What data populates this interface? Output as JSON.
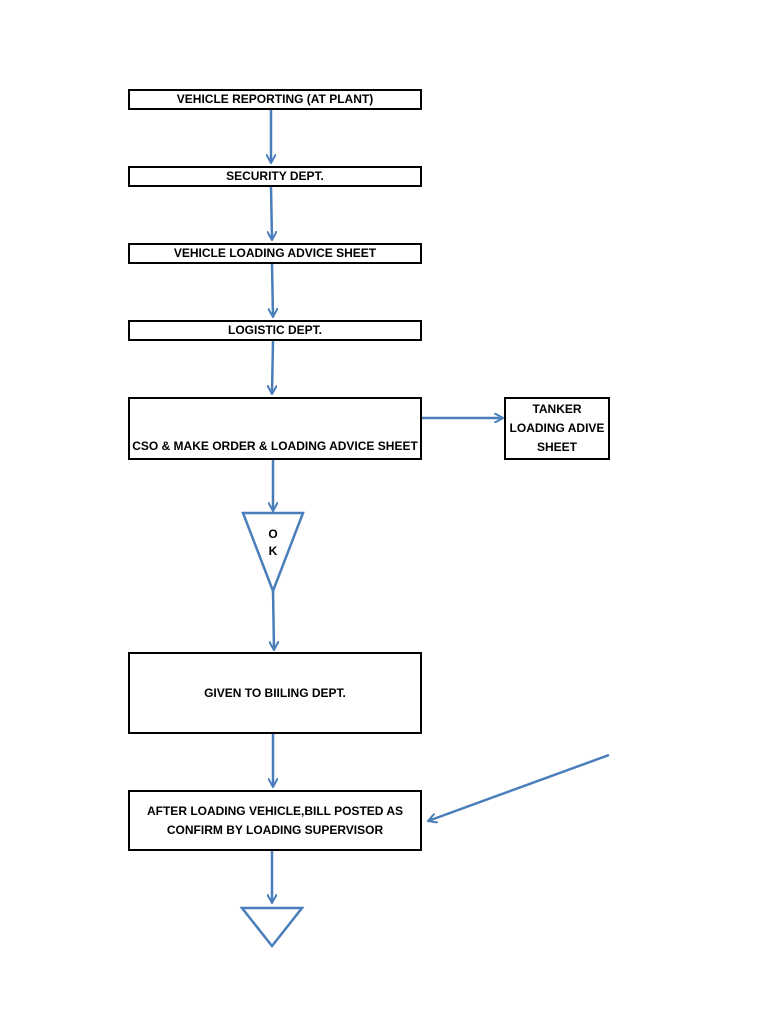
{
  "nodes": {
    "vehicle_reporting": "VEHICLE REPORTING (AT PLANT)",
    "security": "SECURITY DEPT.",
    "loading_advice": "VEHICLE LOADING ADVICE SHEET",
    "logistic": "LOGISTIC DEPT.",
    "cso": "CSO & MAKE ORDER & LOADING ADVICE SHEET",
    "tanker_line1": "TANKER",
    "tanker_line2": "LOADING ADIVE",
    "tanker_line3": "SHEET",
    "ok_line1": "O",
    "ok_line2": "K",
    "billing": "GIVEN TO BIILING DEPT.",
    "after_loading_line1": "AFTER LOADING VEHICLE,BILL POSTED AS",
    "after_loading_line2": "CONFIRM BY LOADING SUPERVISOR"
  },
  "colors": {
    "arrow": "#4a7ebb",
    "box_border": "#000000"
  }
}
